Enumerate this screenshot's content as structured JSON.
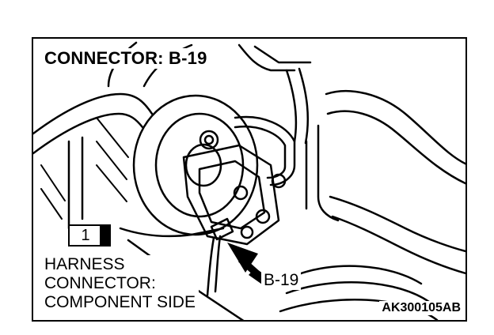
{
  "diagram": {
    "title": "CONNECTOR: B-19",
    "box_number": "1",
    "caption_lines": [
      "HARNESS",
      "CONNECTOR:",
      "COMPONENT SIDE"
    ],
    "callout_label": "B-19",
    "figure_code": "AK300105AB"
  },
  "colors": {
    "ink": "#000000",
    "paper": "#ffffff"
  }
}
